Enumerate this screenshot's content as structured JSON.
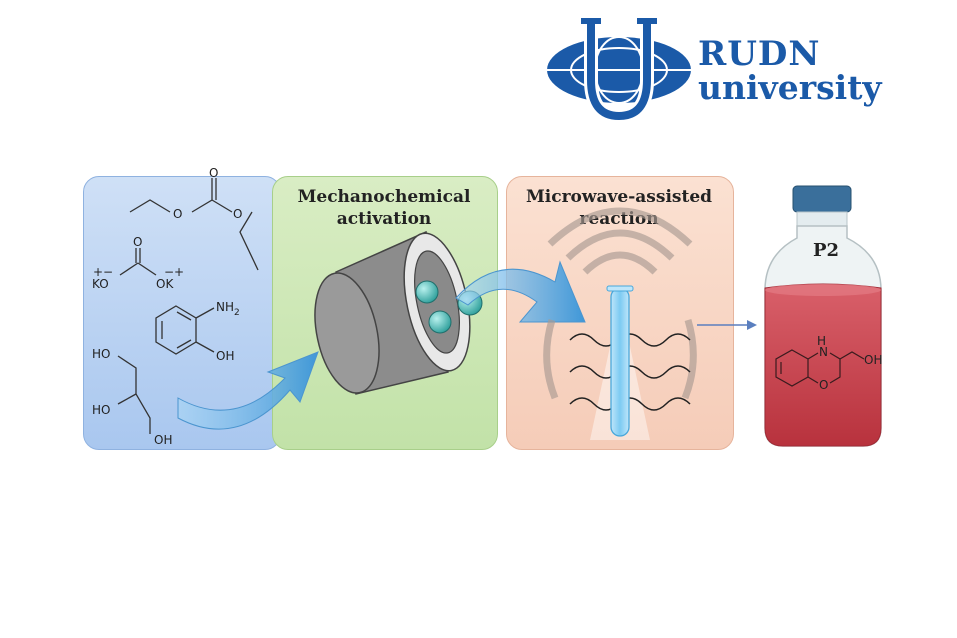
{
  "logo": {
    "line1": "RUDN",
    "line2": "university",
    "color": "#1b5aa8"
  },
  "panels": {
    "mechanochemical": {
      "title_line1": "Mechanochemical",
      "title_line2": "activation"
    },
    "microwave": {
      "title_line1": "Microwave-assisted",
      "title_line2": "reaction"
    }
  },
  "reagents": {
    "potassium_carbonate": {
      "k_left": "KO",
      "k_right": "OK",
      "charge_plus": "+",
      "charge_minus": "−"
    },
    "aminophenol": {
      "nh2": "NH",
      "nh2_sub": "2",
      "oh": "OH"
    },
    "glycerol": {
      "oh1": "HO",
      "oh2": "HO",
      "oh3": "OH"
    },
    "product": {
      "n": "N",
      "h": "H",
      "o": "O",
      "oh": "OH"
    }
  },
  "bottle": {
    "label": "P2"
  },
  "colors": {
    "blue_panel": "#a9c7ef",
    "green_panel": "#c2e2a8",
    "pink_panel": "#f5ccb8",
    "liquid": "#c9444e",
    "arrow": "#5aa9e0"
  }
}
